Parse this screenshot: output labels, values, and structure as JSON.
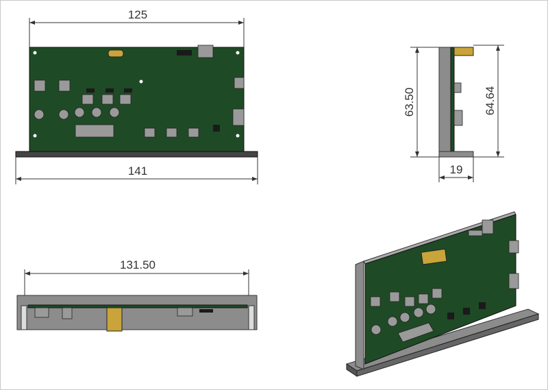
{
  "drawing": {
    "front_view": {
      "width_board": "125",
      "width_base": "141"
    },
    "side_view": {
      "height_plate": "63.50",
      "height_total": "64.64",
      "depth": "19"
    },
    "top_view": {
      "width_inner": "131.50"
    }
  },
  "colors": {
    "pcb": "#1f4a26",
    "metal": "#8c8c8c",
    "connector": "#c9a43a"
  }
}
